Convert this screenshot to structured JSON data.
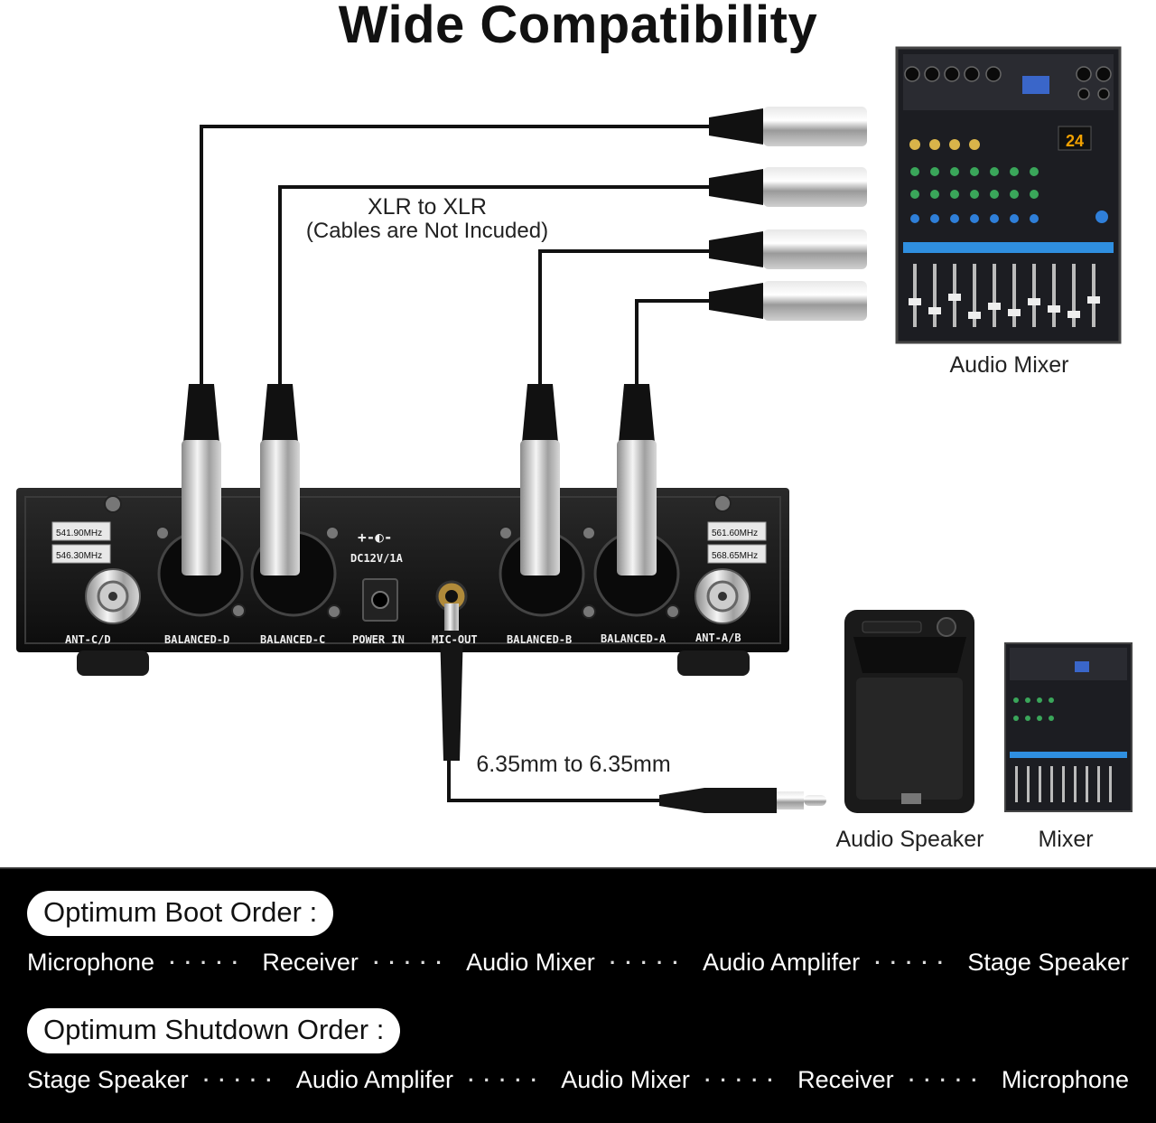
{
  "title": "Wide Compatibility",
  "cable_labels": {
    "xlr_line1": "XLR to XLR",
    "xlr_line2": "(Cables are Not Incuded)",
    "jack": "6.35mm to 6.35mm"
  },
  "devices": {
    "mixer_top": "Audio Mixer",
    "speaker": "Audio Speaker",
    "mixer_small": "Mixer"
  },
  "receiver": {
    "ports": [
      "ANT-C/D",
      "BALANCED-D",
      "BALANCED-C",
      "POWER IN",
      "MIC-OUT",
      "BALANCED-B",
      "BALANCED-A",
      "ANT-A/B"
    ],
    "freq_left": [
      "541.90MHz",
      "546.30MHz"
    ],
    "freq_right": [
      "561.60MHz",
      "568.65MHz"
    ],
    "power_rating": "DC12V/1A",
    "polarity": "+-◐-"
  },
  "mixer_display": "24",
  "boot": {
    "heading": "Optimum Boot Order :",
    "steps": [
      "Microphone",
      "Receiver",
      "Audio Mixer",
      "Audio Amplifer",
      "Stage Speaker"
    ]
  },
  "shutdown": {
    "heading": "Optimum Shutdown Order :",
    "steps": [
      "Stage Speaker",
      "Audio Amplifer",
      "Audio Mixer",
      "Receiver",
      "Microphone"
    ]
  },
  "dots": "·····"
}
